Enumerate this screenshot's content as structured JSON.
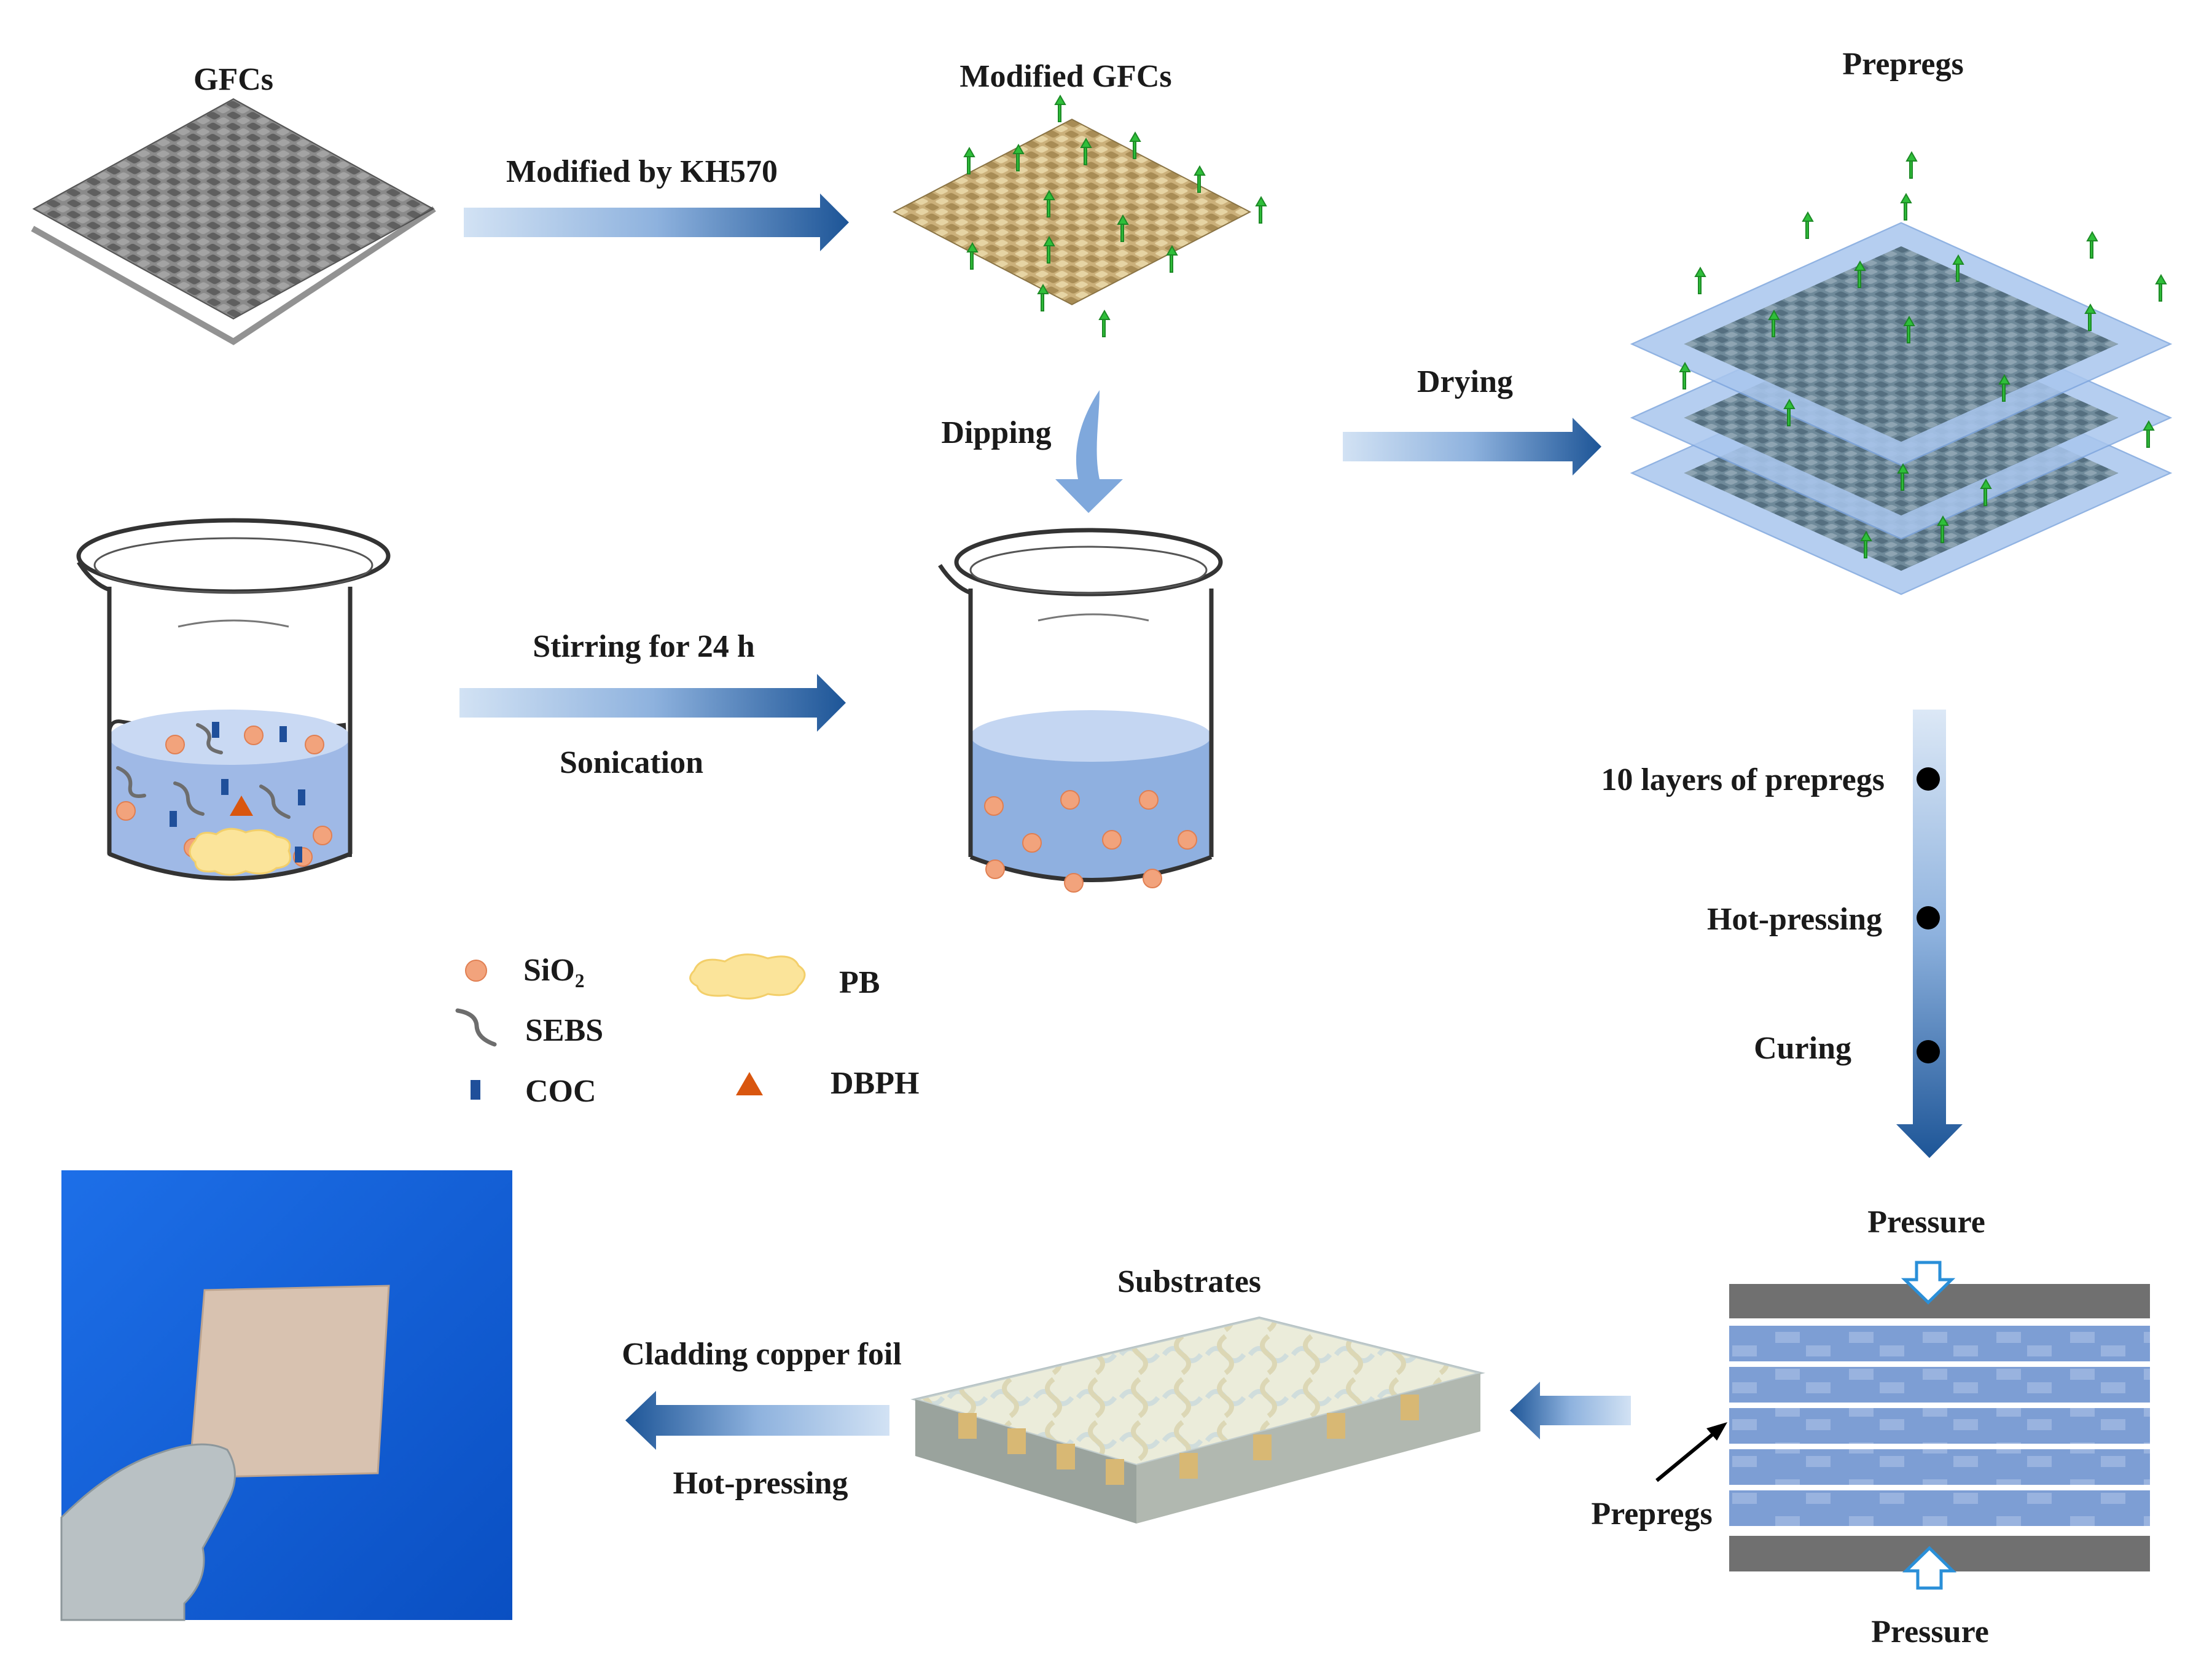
{
  "labels": {
    "gfcs": "GFCs",
    "modified_gfcs": "Modified GFCs",
    "prepregs_top": "Prepregs",
    "modified_by": "Modified by KH570",
    "dipping": "Dipping",
    "drying": "Drying",
    "stirring": "Stirring for 24 h",
    "sonication": "Sonication",
    "layers": "10 layers  of  prepregs",
    "hot_pressing_right": "Hot-pressing",
    "curing": "Curing",
    "pressure_top": "Pressure",
    "pressure_bottom": "Pressure",
    "prepregs_bottom": "Prepregs",
    "substrates": "Substrates",
    "cladding": "Cladding copper foil",
    "hot_pressing_bottom": "Hot-pressing"
  },
  "legend": {
    "sio2_base": "SiO",
    "sio2_sub": "2",
    "sebs": "SEBS",
    "coc": "COC",
    "pb": "PB",
    "dbph": "DBPH"
  },
  "colors": {
    "arrow_light": "#c7dcf2",
    "arrow_dark": "#1f5a9a",
    "fabric_gray": "#7a7a7a",
    "fabric_tan": "#d8c08a",
    "modifier_green": "#2fbf3a",
    "solution_blue": "#8fb0e0",
    "sio2_orange": "#f2a37c",
    "sebs_gray": "#6d6d6d",
    "coc_blue": "#1f4f9a",
    "pb_yellow": "#fbe49a",
    "dbph_orange": "#d9560f",
    "press_gray": "#707070",
    "photo_blue": "#1560d8",
    "copper": "#d8c2b0"
  },
  "icons": [
    "woven-fabric-icon",
    "beaker-icon",
    "press-plate-icon",
    "pressure-arrow-icon",
    "glove-hand-icon"
  ]
}
